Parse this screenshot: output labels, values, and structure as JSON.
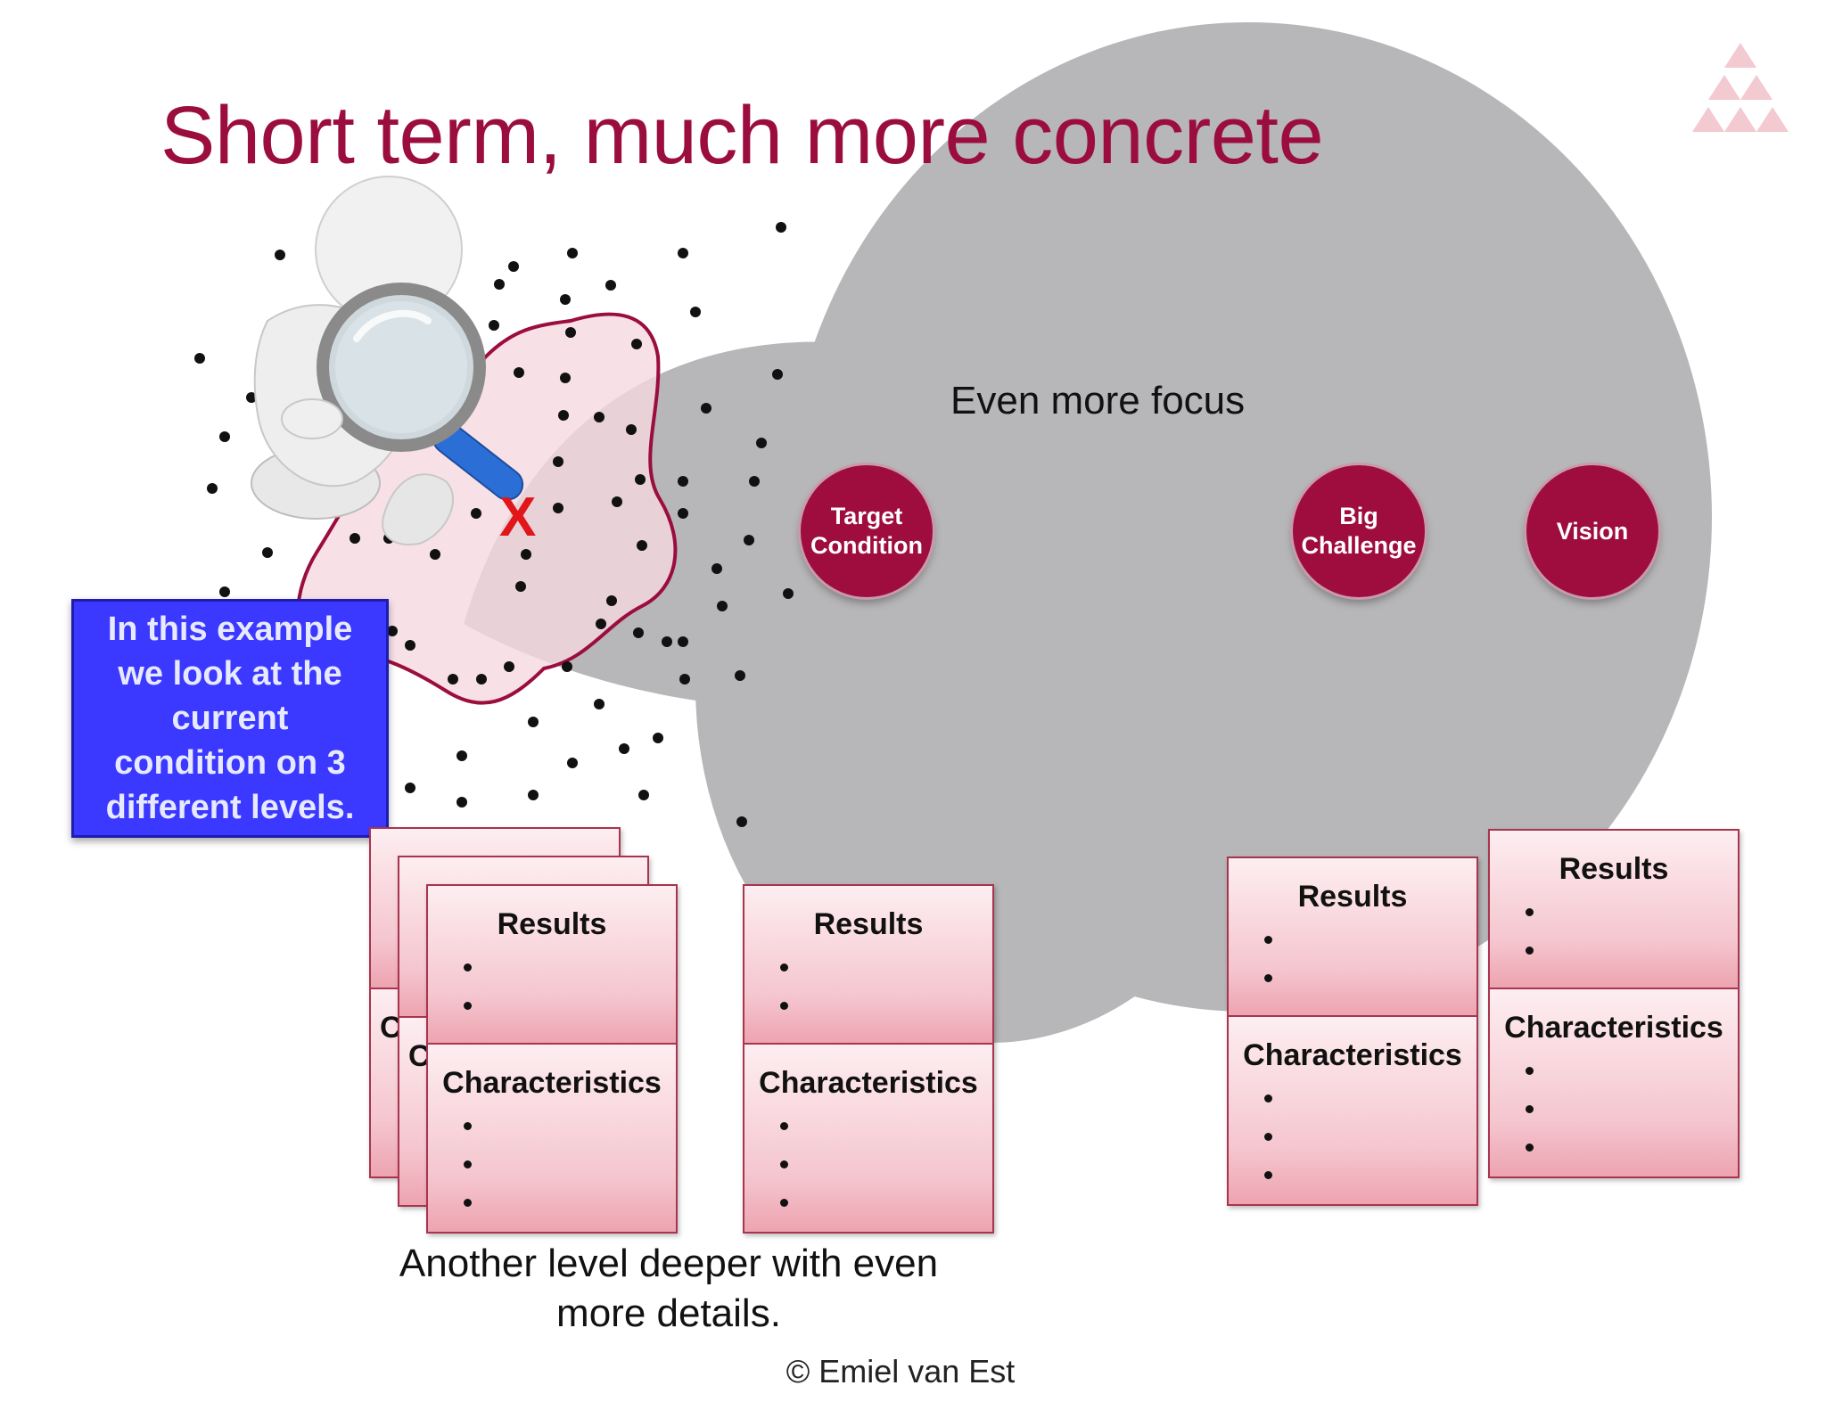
{
  "title": "Short term, much more concrete",
  "focus_label": "Even more focus",
  "marker": "X",
  "circles": {
    "target": "Target\nCondition",
    "challenge": "Big\nChallenge",
    "vision": "Vision"
  },
  "callout": "In this example\nwe look at the\ncurrent\ncondition on 3\ndifferent levels.",
  "cards": {
    "results": "Results",
    "characteristics": "Characteristics",
    "stack_letter": "C"
  },
  "deeper_text": "Another level deeper with even more details.",
  "copyright": "© Emiel van Est",
  "colors": {
    "brand": "#9b0d3e",
    "callout": "#3b38ff",
    "cloud": "#b7b7b9",
    "card": "#f6d4da"
  }
}
